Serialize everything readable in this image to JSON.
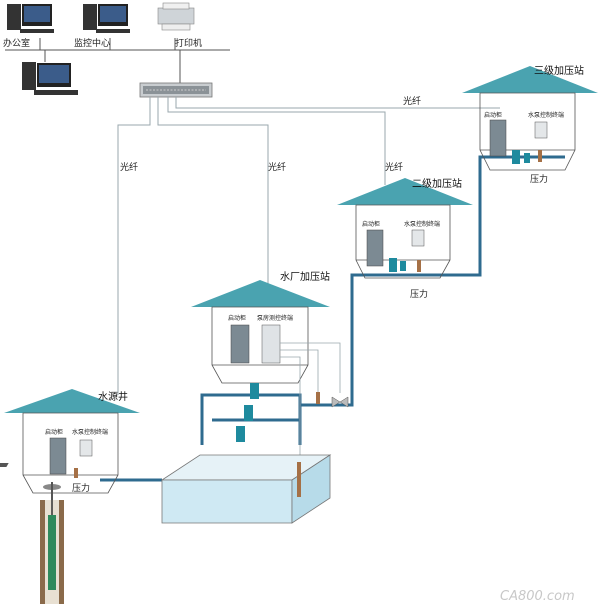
{
  "computers": {
    "office_label": "办公室",
    "control_center_label": "监控中心",
    "printer_label": "打印机"
  },
  "links": {
    "fiber_label": "光纤"
  },
  "stations": {
    "level3": {
      "title": "三级加压站",
      "start_cabinet": "启动柜",
      "terminal": "水泵控制终端",
      "pressure": "压力"
    },
    "level2": {
      "title": "二级加压站",
      "start_cabinet": "启动柜",
      "terminal": "水泵控制终端",
      "pressure": "压力"
    },
    "plant": {
      "title": "水厂加压站",
      "start_cabinet": "启动柜",
      "terminal": "泵房测控终端"
    },
    "well": {
      "title": "水源井",
      "start_cabinet": "启动柜",
      "terminal": "水泵控制终端",
      "pressure": "压力"
    }
  },
  "watermark": "CA800.com",
  "colors": {
    "roof": "#4aa3b0",
    "pipe": "#2f6b8f",
    "cable": "#9aa7ad",
    "cabinet": "#7c8a93",
    "pump": "#1e8a9e",
    "tank_water": "#cfe9f3"
  }
}
